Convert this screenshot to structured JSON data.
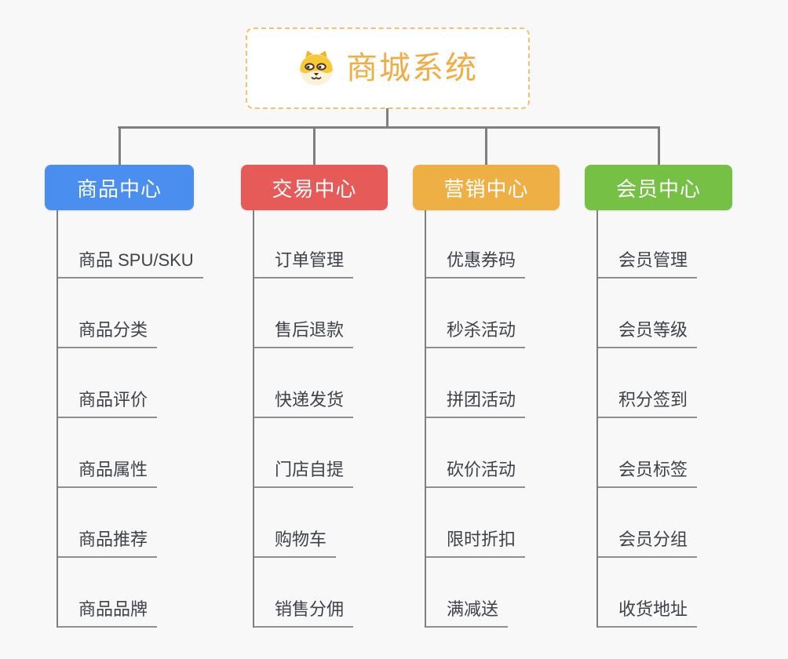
{
  "background_color": "#f8f8f8",
  "connector_color": "#7f7f7f",
  "root": {
    "title": "商城系统",
    "icon": "dog-face-icon",
    "text_color": "#f0ad45",
    "border_color": "#f3c26d"
  },
  "branches": [
    {
      "label": "商品中心",
      "color": "#4a8ff0",
      "children": [
        "商品 SPU/SKU",
        "商品分类",
        "商品评价",
        "商品属性",
        "商品推荐",
        "商品品牌"
      ]
    },
    {
      "label": "交易中心",
      "color": "#e65b57",
      "children": [
        "订单管理",
        "售后退款",
        "快递发货",
        "门店自提",
        "购物车",
        "销售分佣"
      ]
    },
    {
      "label": "营销中心",
      "color": "#eeb045",
      "children": [
        "优惠券码",
        "秒杀活动",
        "拼团活动",
        "砍价活动",
        "限时折扣",
        "满减送"
      ]
    },
    {
      "label": "会员中心",
      "color": "#75c045",
      "children": [
        "会员管理",
        "会员等级",
        "积分签到",
        "会员标签",
        "会员分组",
        "收货地址"
      ]
    }
  ]
}
